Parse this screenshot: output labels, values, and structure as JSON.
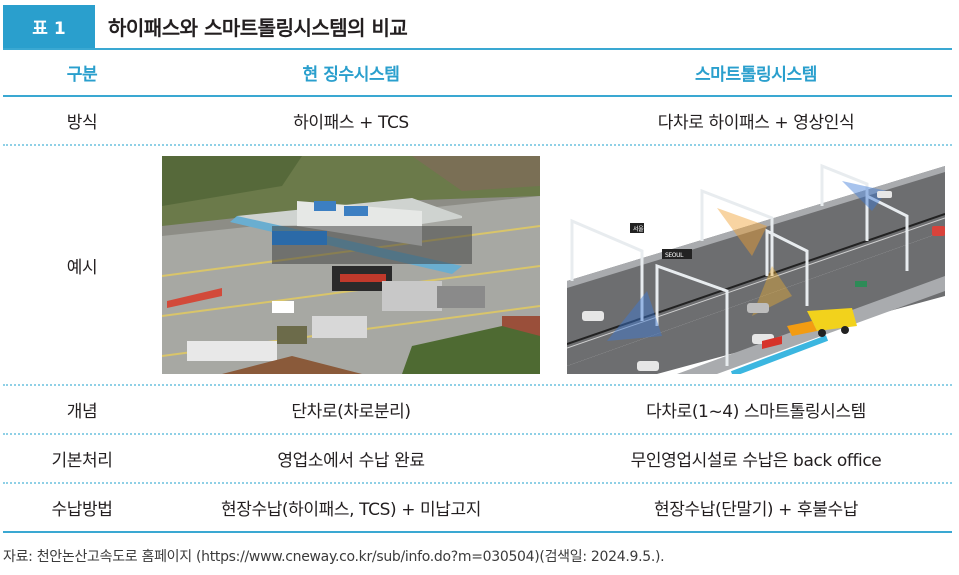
{
  "title": {
    "badge": "표 1",
    "text": "하이패스와 스마트톨링시스템의 비교"
  },
  "colors": {
    "accent": "#2a9fcd",
    "rule": "#3aa8d2",
    "dotted_rule": "#8fd0e6",
    "text": "#231f20"
  },
  "table": {
    "headers": [
      "구분",
      "현 징수시스템",
      "스마트톨링시스템"
    ],
    "rows": [
      {
        "label": "방식",
        "current": "하이패스 + TCS",
        "smart": "다차로 하이패스 + 영상인식"
      },
      {
        "label": "예시",
        "current_image": "toll-plaza-photo",
        "smart_image": "smart-tolling-illustration"
      },
      {
        "label": "개념",
        "current": "단차로(차로분리)",
        "smart": "다차로(1~4) 스마트톨링시스템"
      },
      {
        "label": "기본처리",
        "current": "영업소에서 수납 완료",
        "smart": "무인영업시설로 수납은 back office"
      },
      {
        "label": "수납방법",
        "current": "현장수납(하이패스, TCS) + 미납고지",
        "smart": "현장수납(단말기) + 후불수납"
      }
    ],
    "image_labels": {
      "smart_sign_1": "서울",
      "smart_sign_2": "SEOUL"
    }
  },
  "source": "자료: 천안논산고속도로 홈페이지 (https://www.cneway.co.kr/sub/info.do?m=030504)(검색일: 2024.9.5.)."
}
